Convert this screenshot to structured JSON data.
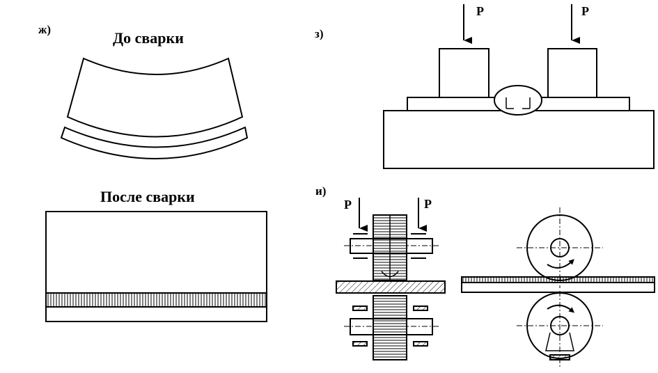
{
  "panels": {
    "zh": {
      "label": "ж)",
      "before_title": "До сварки",
      "after_title": "После сварки"
    },
    "z": {
      "label": "з)",
      "force_left": "P",
      "force_right": "P"
    },
    "i": {
      "label": "и)",
      "force_left": "P",
      "force_right": "P"
    }
  },
  "colors": {
    "stroke": "#000000",
    "background": "#ffffff"
  }
}
